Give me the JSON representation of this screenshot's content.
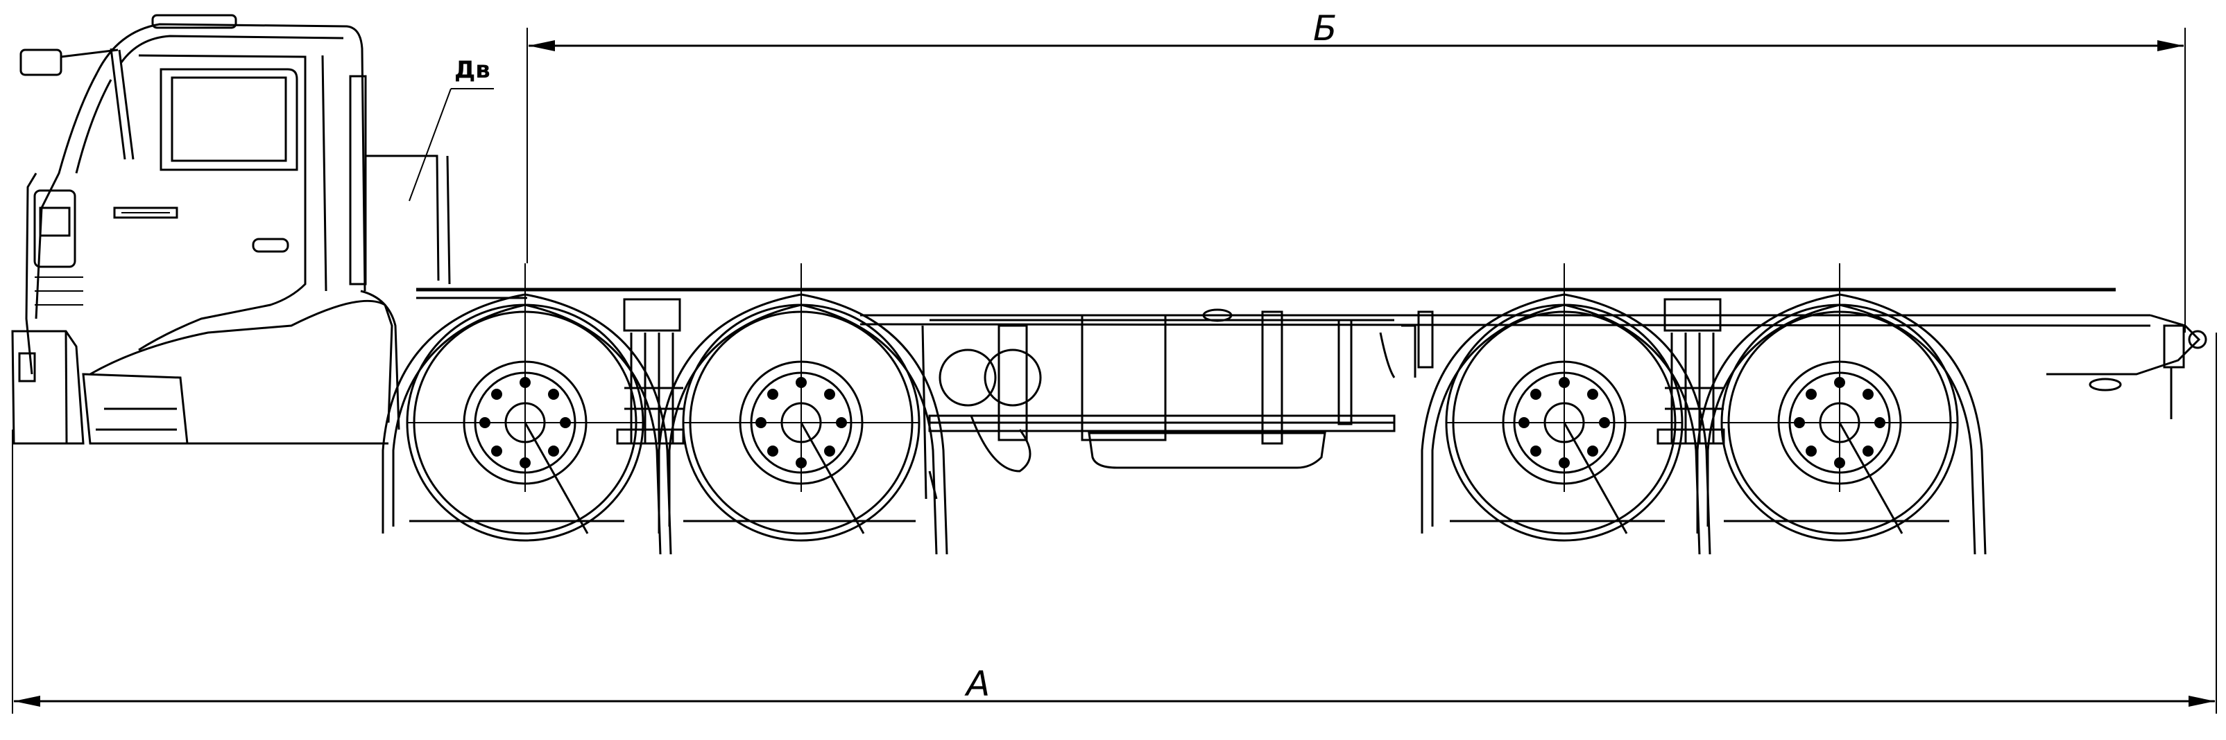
{
  "labels": {
    "overall_length": "А",
    "body_length": "Б",
    "engine": "Дв"
  },
  "colors": {
    "line": "#000000",
    "background": "#ffffff"
  }
}
